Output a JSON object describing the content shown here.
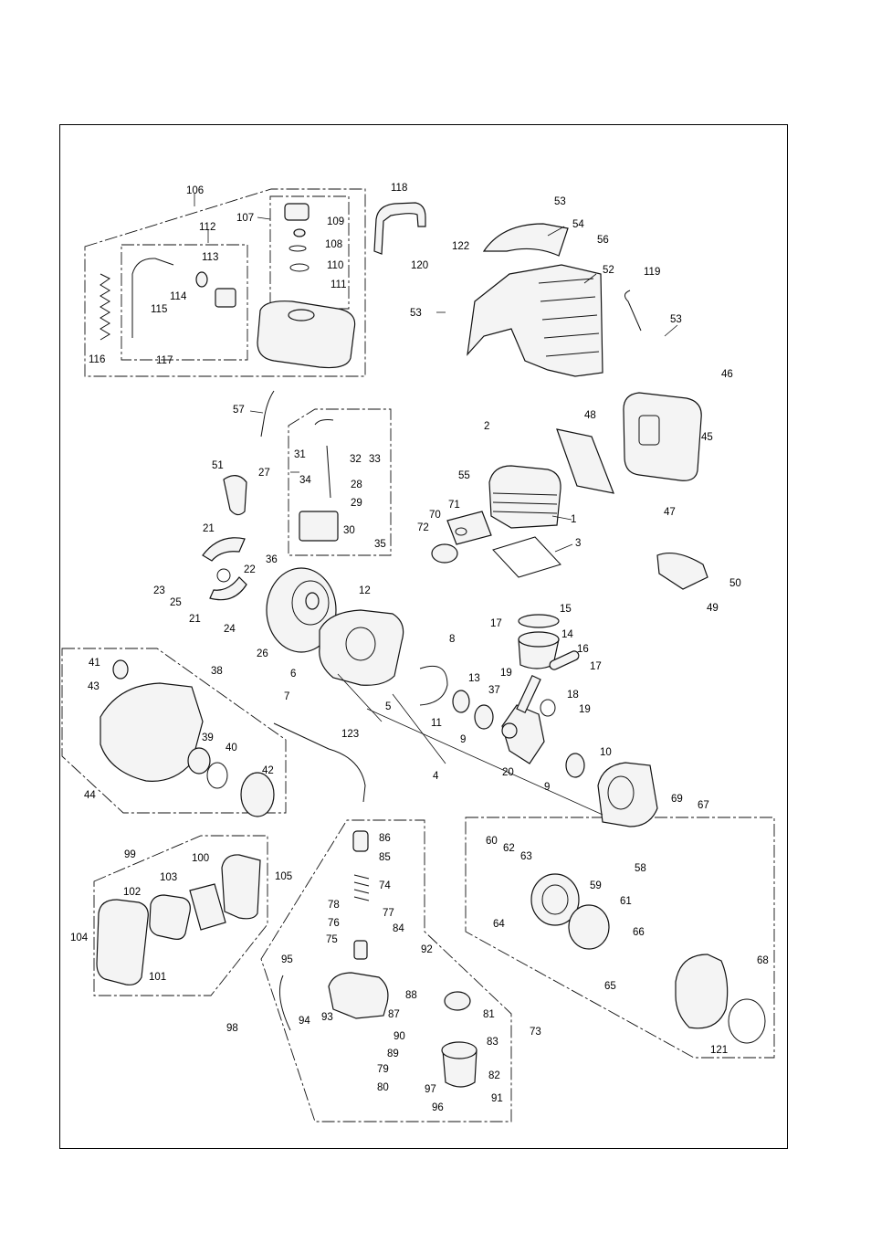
{
  "diagram": {
    "type": "exploded-parts-diagram",
    "labels": [
      "1",
      "2",
      "3",
      "4",
      "5",
      "6",
      "7",
      "8",
      "9",
      "9",
      "10",
      "11",
      "12",
      "13",
      "14",
      "15",
      "16",
      "17",
      "17",
      "18",
      "19",
      "19",
      "20",
      "21",
      "21",
      "22",
      "23",
      "24",
      "25",
      "26",
      "27",
      "28",
      "29",
      "30",
      "31",
      "32",
      "33",
      "34",
      "35",
      "36",
      "37",
      "38",
      "39",
      "40",
      "41",
      "42",
      "43",
      "44",
      "45",
      "46",
      "47",
      "48",
      "49",
      "50",
      "51",
      "52",
      "53",
      "53",
      "53",
      "54",
      "55",
      "56",
      "57",
      "58",
      "59",
      "60",
      "61",
      "62",
      "63",
      "64",
      "65",
      "66",
      "67",
      "68",
      "69",
      "70",
      "71",
      "72",
      "73",
      "74",
      "75",
      "76",
      "77",
      "78",
      "79",
      "80",
      "81",
      "82",
      "83",
      "84",
      "85",
      "86",
      "87",
      "88",
      "89",
      "90",
      "91",
      "92",
      "93",
      "94",
      "95",
      "96",
      "97",
      "98",
      "99",
      "100",
      "101",
      "102",
      "103",
      "104",
      "105",
      "106",
      "107",
      "108",
      "109",
      "110",
      "111",
      "112",
      "113",
      "114",
      "115",
      "116",
      "117",
      "118",
      "119",
      "120",
      "121",
      "122",
      "123"
    ]
  }
}
